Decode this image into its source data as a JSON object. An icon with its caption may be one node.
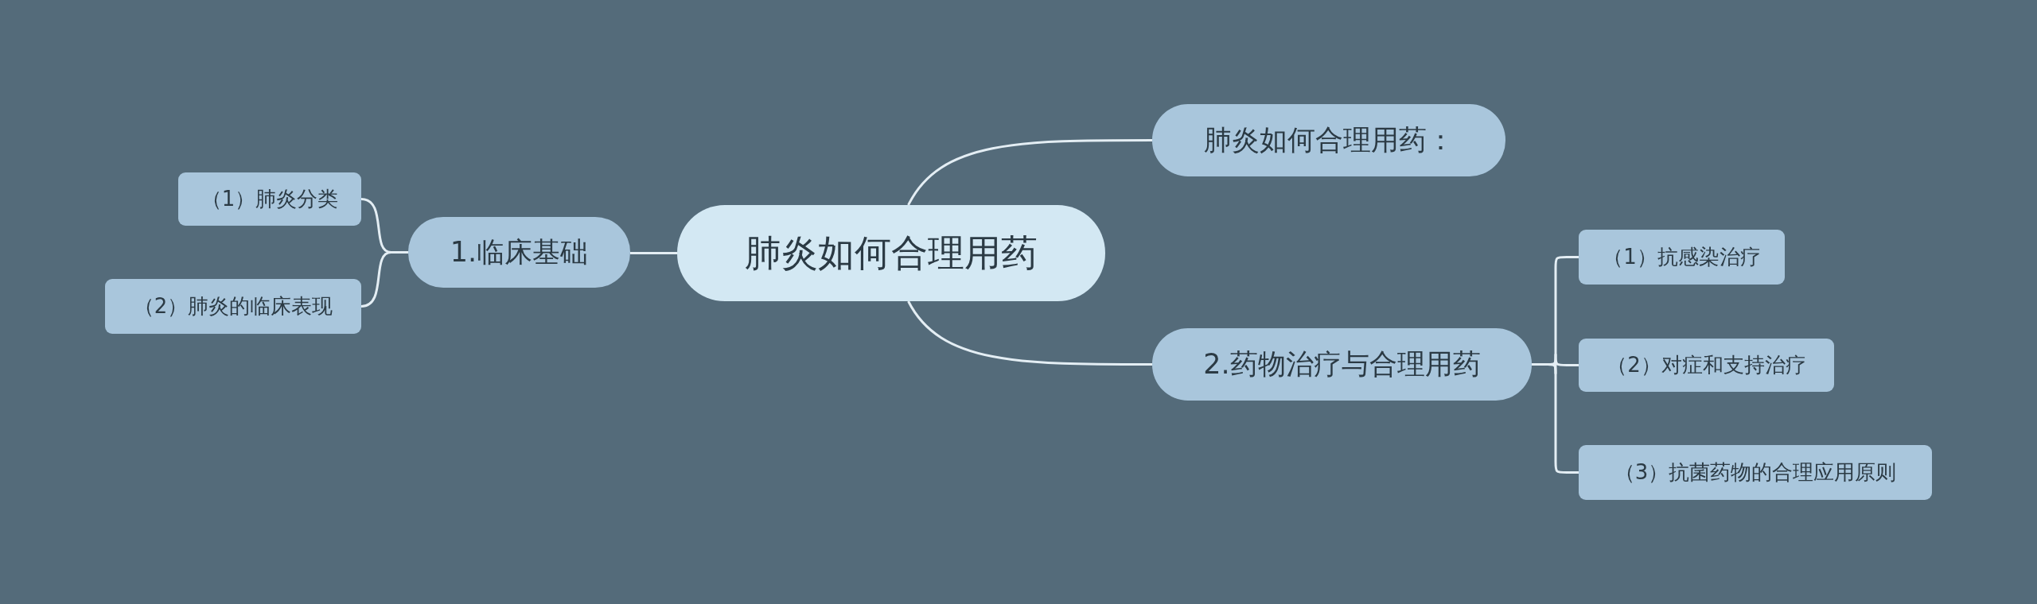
{
  "diagram": {
    "nodes": [
      {
        "text": [
          "肺炎如何合理用药"
        ]
      },
      {
        "text": [
          "肺炎如何合理用药："
        ]
      },
      {
        "text": [
          "1.临床基础"
        ]
      },
      {
        "text": [
          "（1）肺炎分类"
        ]
      },
      {
        "text": [
          "（2）肺炎的临床表现"
        ]
      },
      {
        "text": [
          "2.药物治疗与合理用药"
        ]
      },
      {
        "text": [
          "（1）抗感染治疗"
        ]
      },
      {
        "text": [
          "（2）对症和支持治疗"
        ]
      },
      {
        "text": [
          "（3）抗菌药物的合理应用原则"
        ]
      }
    ],
    "edges": [
      {
        "from": 0,
        "to": 1,
        "arrow": "none"
      },
      {
        "from": 0,
        "to": 2,
        "arrow": "none"
      },
      {
        "from": 2,
        "to": 3,
        "arrow": "none"
      },
      {
        "from": 2,
        "to": 4,
        "arrow": "none"
      },
      {
        "from": 0,
        "to": 5,
        "arrow": "none"
      },
      {
        "from": 5,
        "to": 6,
        "arrow": "none"
      },
      {
        "from": 5,
        "to": 7,
        "arrow": "none"
      },
      {
        "from": 5,
        "to": 8,
        "arrow": "none"
      }
    ]
  }
}
